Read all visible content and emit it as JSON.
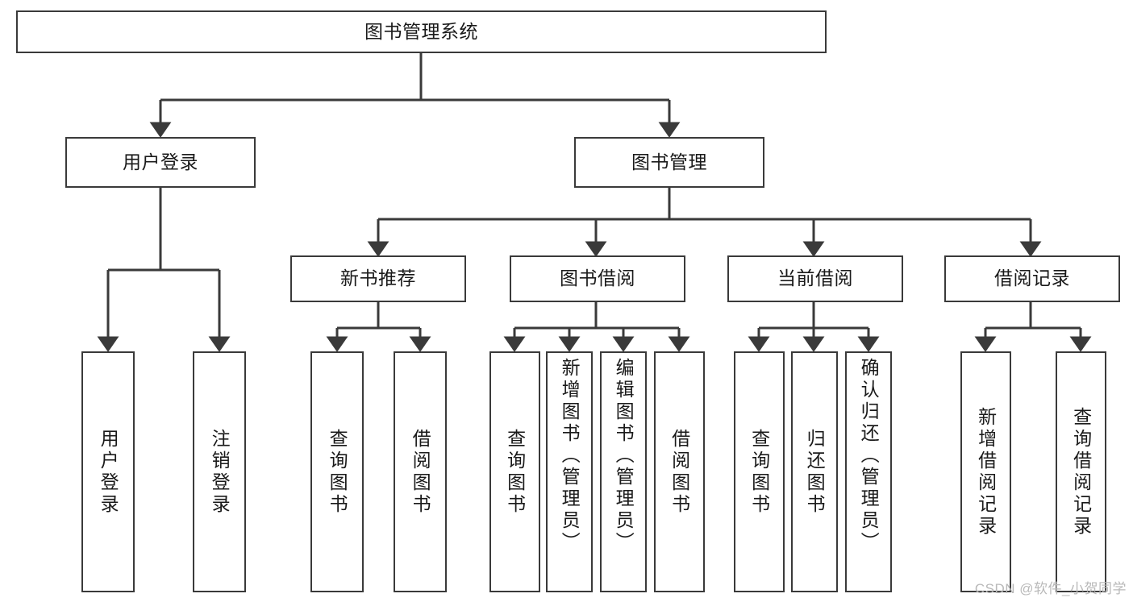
{
  "diagram": {
    "type": "tree",
    "title": "图书管理系统",
    "root": {
      "id": "root",
      "label": "图书管理系统",
      "orientation": "horizontal"
    },
    "level1": [
      {
        "id": "user-login",
        "label": "用户登录",
        "orientation": "horizontal"
      },
      {
        "id": "book-manage",
        "label": "图书管理",
        "orientation": "horizontal"
      }
    ],
    "level2": [
      {
        "id": "new-book-rec",
        "label": "新书推荐",
        "orientation": "horizontal",
        "parent": "book-manage"
      },
      {
        "id": "book-borrow",
        "label": "图书借阅",
        "orientation": "horizontal",
        "parent": "book-manage"
      },
      {
        "id": "current-borrow",
        "label": "当前借阅",
        "orientation": "horizontal",
        "parent": "book-manage"
      },
      {
        "id": "borrow-record",
        "label": "借阅记录",
        "orientation": "horizontal",
        "parent": "book-manage"
      }
    ],
    "leaves": [
      {
        "id": "leaf-user-login",
        "label": "用户登录",
        "orientation": "vertical",
        "parent": "user-login"
      },
      {
        "id": "leaf-user-logout",
        "label": "注销登录",
        "orientation": "vertical",
        "parent": "user-login"
      },
      {
        "id": "leaf-query-book-1",
        "label": "查询图书",
        "orientation": "vertical",
        "parent": "new-book-rec"
      },
      {
        "id": "leaf-borrow-book-1",
        "label": "借阅图书",
        "orientation": "vertical",
        "parent": "new-book-rec"
      },
      {
        "id": "leaf-query-book-2",
        "label": "查询图书",
        "orientation": "vertical",
        "parent": "book-borrow"
      },
      {
        "id": "leaf-add-book",
        "label": "新增图书（管理员）",
        "orientation": "vertical",
        "parent": "book-borrow"
      },
      {
        "id": "leaf-edit-book",
        "label": "编辑图书（管理员）",
        "orientation": "vertical",
        "parent": "book-borrow"
      },
      {
        "id": "leaf-borrow-book-2",
        "label": "借阅图书",
        "orientation": "vertical",
        "parent": "book-borrow"
      },
      {
        "id": "leaf-query-book-3",
        "label": "查询图书",
        "orientation": "vertical",
        "parent": "current-borrow"
      },
      {
        "id": "leaf-return-book",
        "label": "归还图书",
        "orientation": "vertical",
        "parent": "current-borrow"
      },
      {
        "id": "leaf-confirm-return",
        "label": "确认归还（管理员）",
        "orientation": "vertical",
        "parent": "current-borrow"
      },
      {
        "id": "leaf-add-record",
        "label": "新增借阅记录",
        "orientation": "vertical",
        "parent": "borrow-record"
      },
      {
        "id": "leaf-query-record",
        "label": "查询借阅记录",
        "orientation": "vertical",
        "parent": "borrow-record"
      }
    ],
    "colors": {
      "stroke": "#3a3a3a",
      "text": "#1a1a1a",
      "background": "#ffffff",
      "watermark": "#b9b9b9"
    }
  },
  "watermark": {
    "text": "CSDN @软件_小贺同学"
  }
}
